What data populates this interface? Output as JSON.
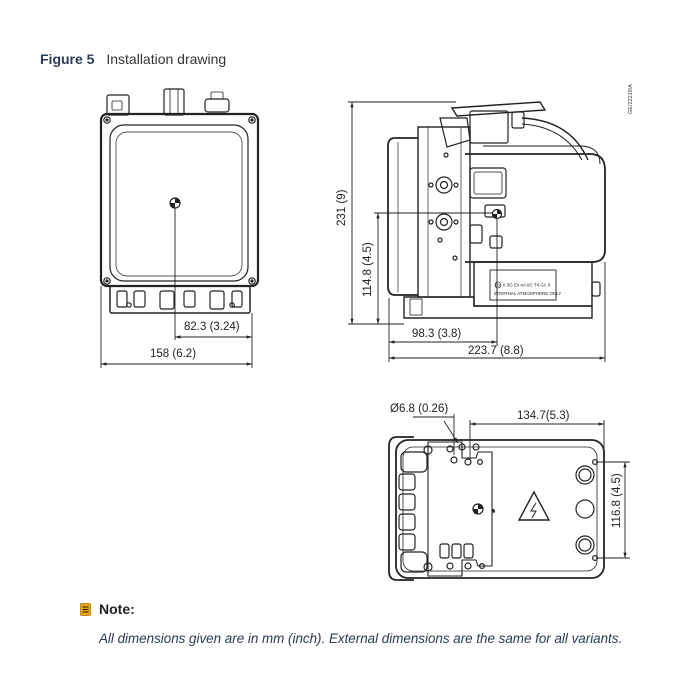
{
  "figure": {
    "number": "Figure 5",
    "title": "Installation drawing",
    "drawing_id": "GE/22219/A"
  },
  "dimensions": {
    "front_center_offset": "82.3 (3.24)",
    "front_width": "158 (6.2)",
    "side_total_height": "231 (9)",
    "side_half_height": "114.8 (4.5)",
    "side_mount_offset": "98.3 (3.8)",
    "side_total_depth": "223.7 (8.8)",
    "bottom_hole_diameter": "Ø6.8 (0.26)",
    "bottom_hole_offset": "134.7(5.3)",
    "bottom_hole_spacing": "116.8 (4.5)"
  },
  "nameplate": {
    "marking": "Ex",
    "line1": "II 3G Ex nA IIC T4 Gc X",
    "line2": "INTERNAL ATMOSPHERE ONLY"
  },
  "note": {
    "heading": "Note:",
    "text": "All dimensions given are in mm (inch). External dimensions are the same for all variants."
  },
  "colors": {
    "note_icon": "#e8a317",
    "title_blue": "#2b3a55"
  }
}
